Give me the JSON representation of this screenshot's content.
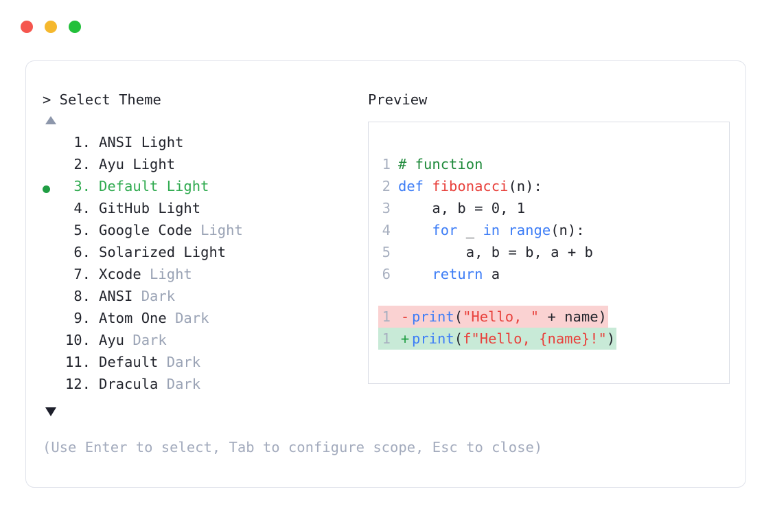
{
  "window": {
    "dots": [
      {
        "name": "close",
        "color": "#f5564e"
      },
      {
        "name": "minimize",
        "color": "#f5b82e"
      },
      {
        "name": "maximize",
        "color": "#22c03a"
      }
    ]
  },
  "selector": {
    "prompt": "> Select Theme",
    "scroll_up_indicator": "▲",
    "scroll_down_indicator": "▼",
    "selected_index": 3,
    "items": [
      {
        "index": "1.",
        "name": "ANSI Light",
        "variant": "",
        "selected": false
      },
      {
        "index": "2.",
        "name": "Ayu Light",
        "variant": "",
        "selected": false
      },
      {
        "index": "3.",
        "name": "Default Light",
        "variant": "",
        "selected": true
      },
      {
        "index": "4.",
        "name": "GitHub Light",
        "variant": "",
        "selected": false
      },
      {
        "index": "5.",
        "name": "Google Code",
        "variant": "Light",
        "selected": false
      },
      {
        "index": "6.",
        "name": "Solarized Light",
        "variant": "",
        "selected": false
      },
      {
        "index": "7.",
        "name": "Xcode",
        "variant": "Light",
        "selected": false
      },
      {
        "index": "8.",
        "name": "ANSI",
        "variant": "Dark",
        "selected": false
      },
      {
        "index": "9.",
        "name": "Atom One",
        "variant": "Dark",
        "selected": false
      },
      {
        "index": "10.",
        "name": "Ayu",
        "variant": "Dark",
        "selected": false
      },
      {
        "index": "11.",
        "name": "Default",
        "variant": "Dark",
        "selected": false
      },
      {
        "index": "12.",
        "name": "Dracula",
        "variant": "Dark",
        "selected": false
      }
    ]
  },
  "preview": {
    "title": "Preview",
    "code_lines": [
      {
        "number": "1",
        "tokens": [
          {
            "t": "# function",
            "c": "comment"
          }
        ]
      },
      {
        "number": "2",
        "tokens": [
          {
            "t": "def ",
            "c": "keyword"
          },
          {
            "t": "fibonacci",
            "c": "func"
          },
          {
            "t": "(n):",
            "c": "plain"
          }
        ]
      },
      {
        "number": "3",
        "tokens": [
          {
            "t": "    a, b = 0, 1",
            "c": "plain"
          }
        ]
      },
      {
        "number": "4",
        "tokens": [
          {
            "t": "    ",
            "c": "plain"
          },
          {
            "t": "for",
            "c": "keyword"
          },
          {
            "t": " _ ",
            "c": "plain"
          },
          {
            "t": "in",
            "c": "keyword"
          },
          {
            "t": " ",
            "c": "plain"
          },
          {
            "t": "range",
            "c": "keyword"
          },
          {
            "t": "(n):",
            "c": "plain"
          }
        ]
      },
      {
        "number": "5",
        "tokens": [
          {
            "t": "        a, b = b, a + b",
            "c": "plain"
          }
        ]
      },
      {
        "number": "6",
        "tokens": [
          {
            "t": "    ",
            "c": "plain"
          },
          {
            "t": "return",
            "c": "keyword"
          },
          {
            "t": " a",
            "c": "plain"
          }
        ]
      }
    ],
    "diff_lines": [
      {
        "number": "1",
        "mark": "-",
        "kind": "del",
        "tokens": [
          {
            "t": "print",
            "c": "keyword"
          },
          {
            "t": "(",
            "c": "plain"
          },
          {
            "t": "\"Hello, \"",
            "c": "string"
          },
          {
            "t": " + name)",
            "c": "plain"
          }
        ]
      },
      {
        "number": "1",
        "mark": "+",
        "kind": "add",
        "tokens": [
          {
            "t": "print",
            "c": "keyword"
          },
          {
            "t": "(",
            "c": "plain"
          },
          {
            "t": "f\"Hello, {name}!\"",
            "c": "string"
          },
          {
            "t": ")",
            "c": "plain"
          }
        ]
      }
    ]
  },
  "footer": {
    "hint": "(Use Enter to select, Tab to configure scope, Esc to close)"
  }
}
